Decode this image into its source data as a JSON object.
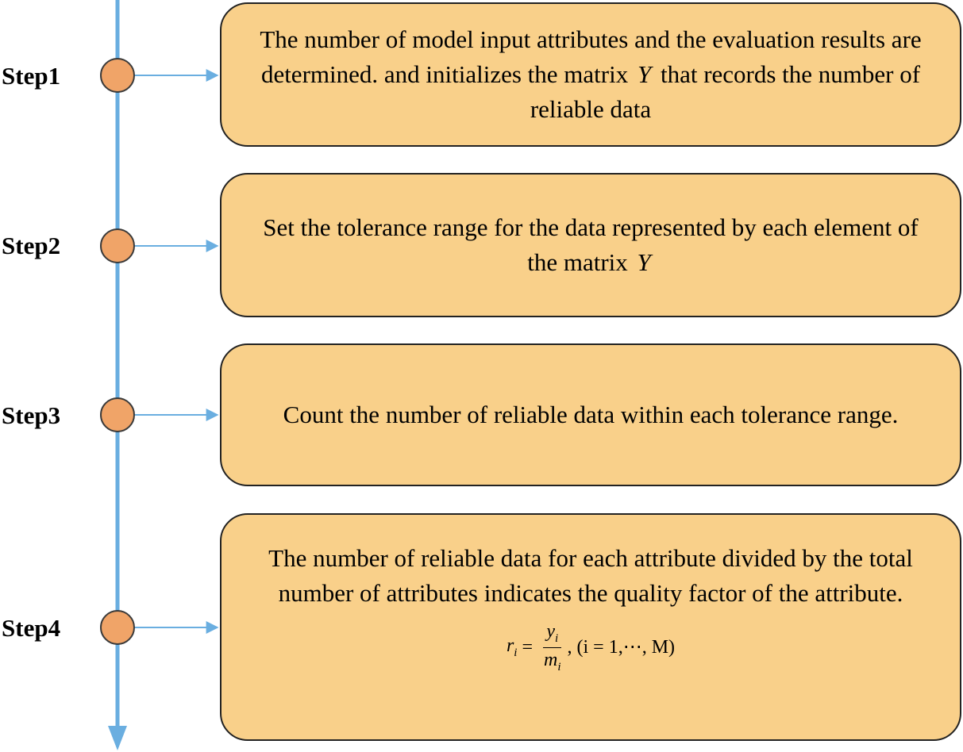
{
  "colors": {
    "timeline": "#6aaee0",
    "node_fill": "#f0a468",
    "node_stroke": "#3a3a3a",
    "box_fill": "#f9d08a",
    "box_stroke": "#222222"
  },
  "steps": [
    {
      "label": "Step1",
      "text_before": "The number of model input attributes and the evaluation results are determined. and initializes the matrix",
      "variable": "Y",
      "text_after": "that records the number of reliable data"
    },
    {
      "label": "Step2",
      "text_before": "Set the tolerance range for the data represented by each element of the matrix",
      "variable": "Y",
      "text_after": ""
    },
    {
      "label": "Step3",
      "text_before": "Count the number of reliable data within each tolerance range.",
      "variable": "",
      "text_after": ""
    },
    {
      "label": "Step4",
      "text_before": "The number of reliable data for each attribute divided by the total number of attributes indicates the quality factor of the attribute.",
      "variable": "",
      "text_after": "",
      "formula": {
        "lhs": "r",
        "lhs_sub": "i",
        "equals": "=",
        "numerator": "y",
        "numerator_sub": "i",
        "denominator": "m",
        "denominator_sub": "i",
        "condition": ", (i = 1,⋯, M)"
      }
    }
  ]
}
